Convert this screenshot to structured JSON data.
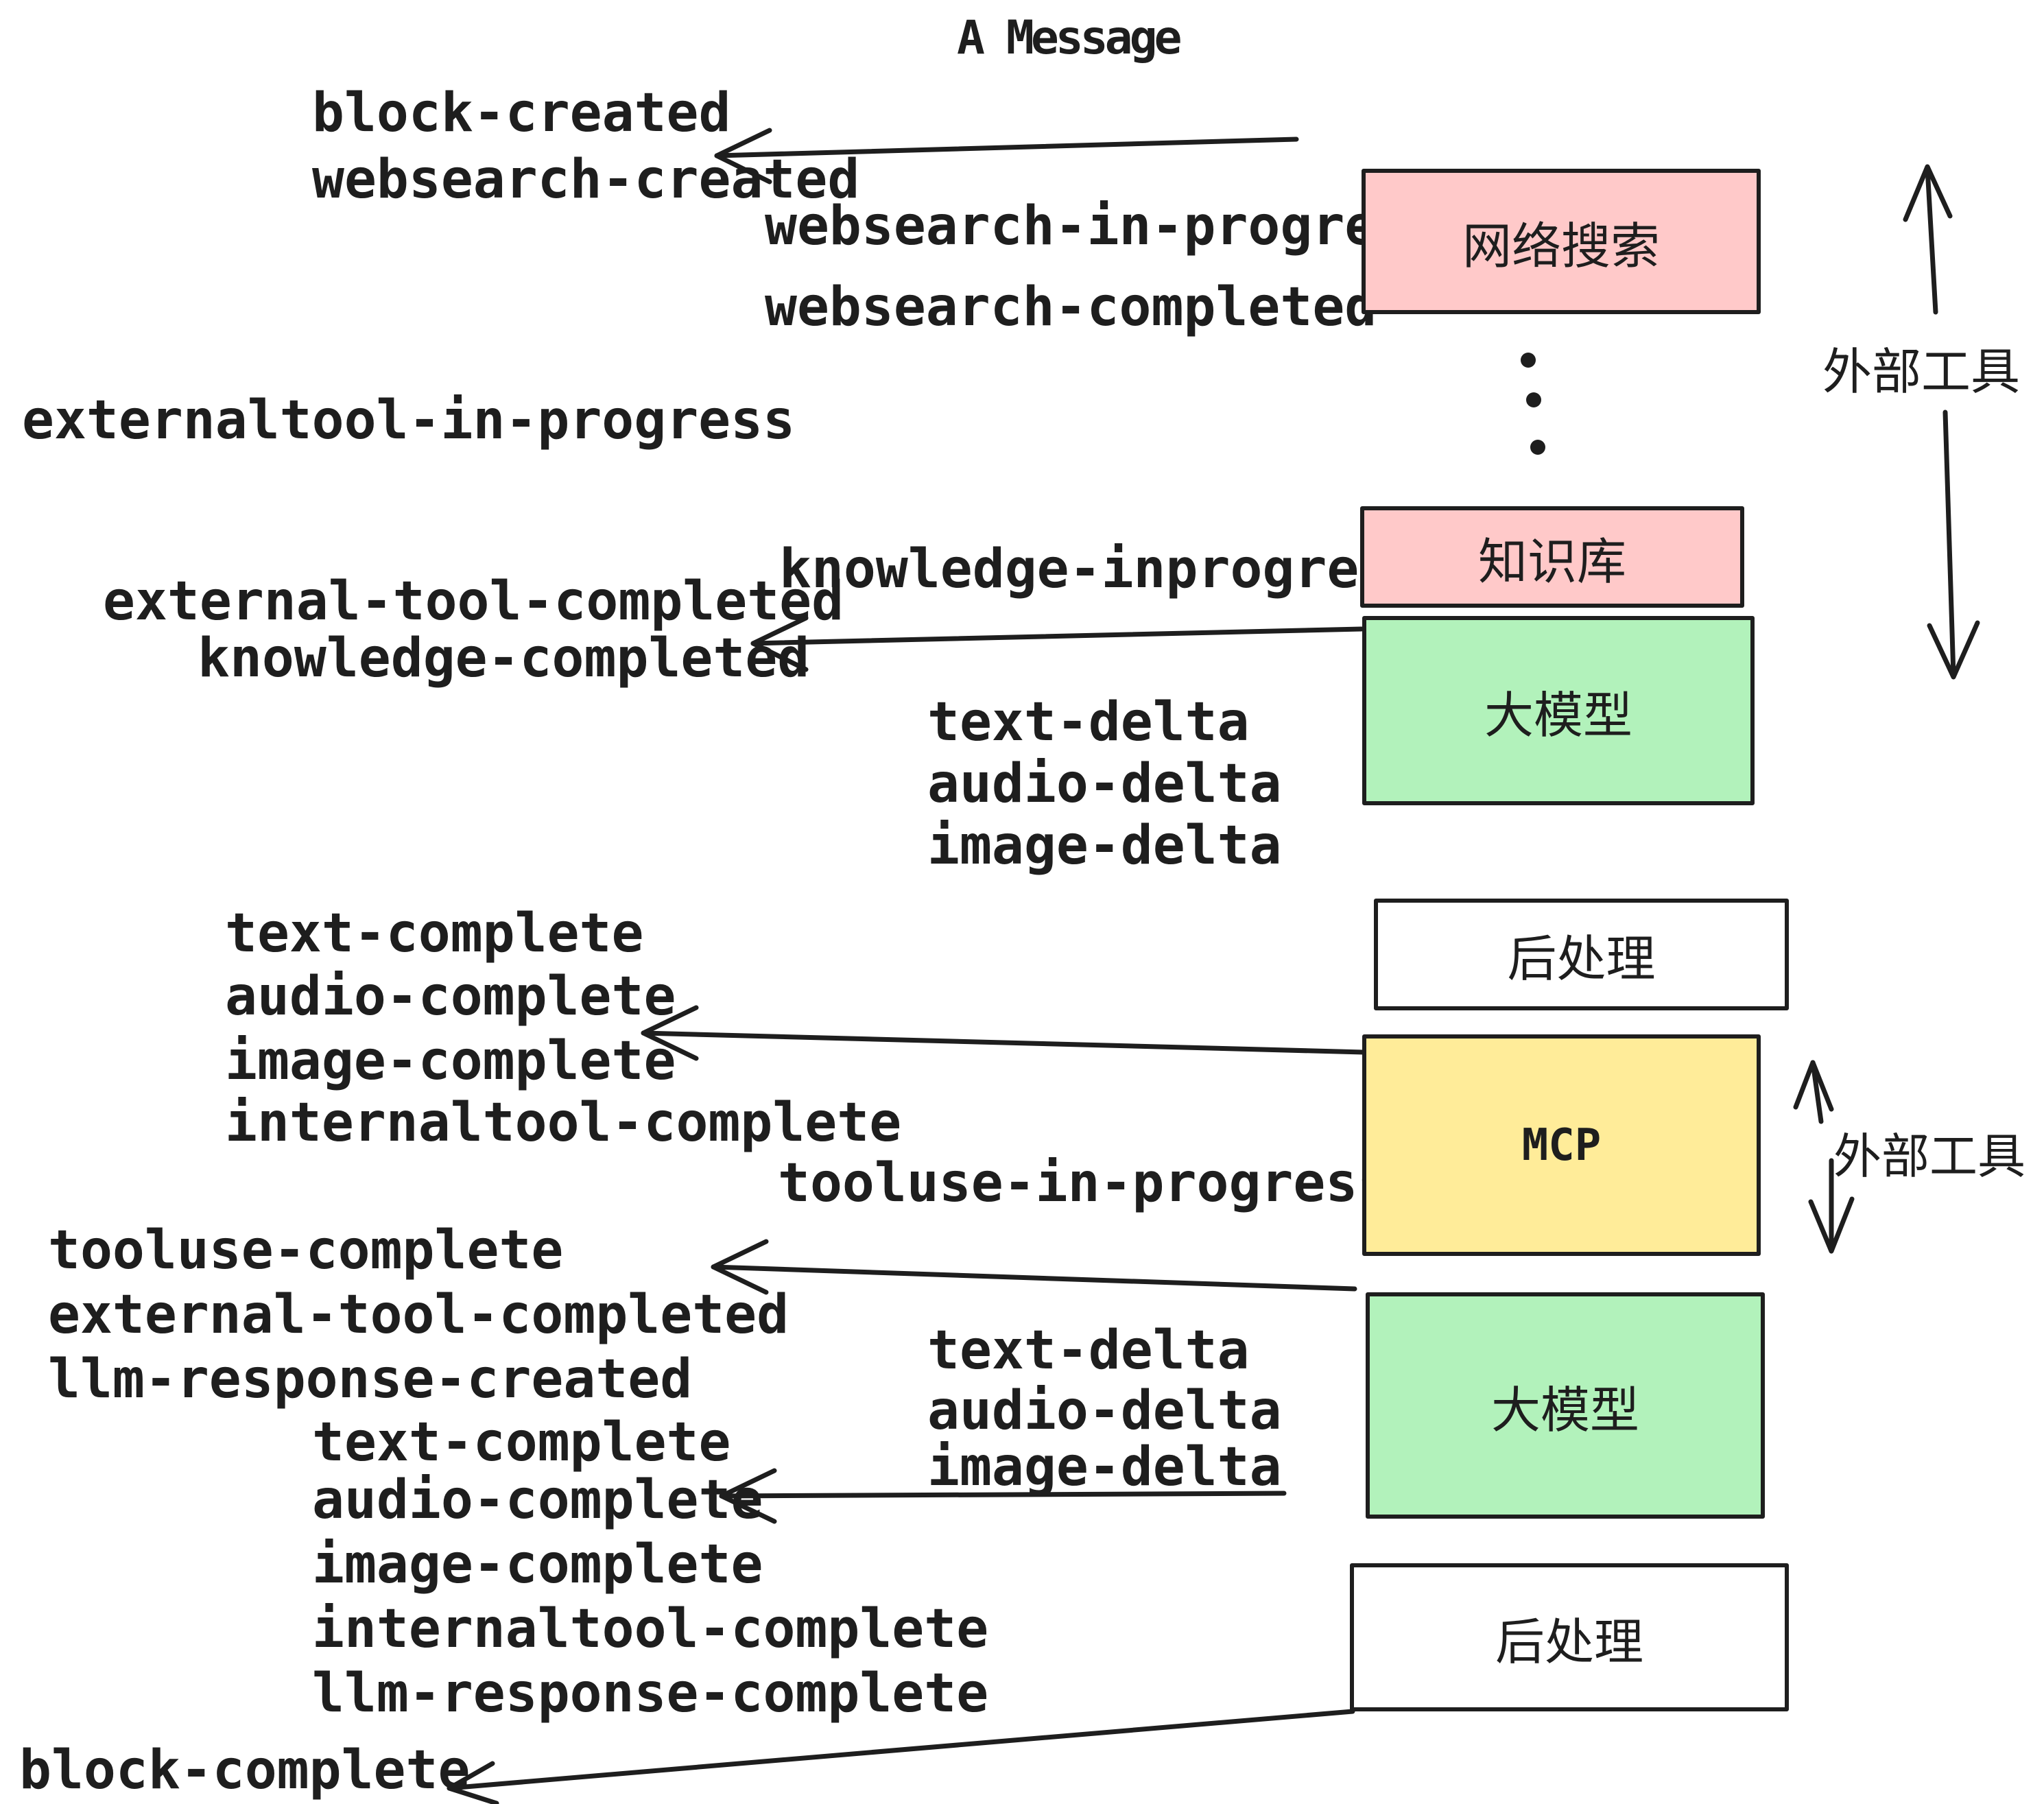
{
  "title": "A Message",
  "colors": {
    "pink": "#ffc9c9",
    "green": "#b2f2bb",
    "yellow": "#ffec99",
    "white": "#ffffff",
    "stroke": "#1e1e1e"
  },
  "boxes": {
    "websearch": {
      "label": "网络搜索",
      "fill": "#ffc9c9"
    },
    "knowledge": {
      "label": "知识库",
      "fill": "#ffc9c9"
    },
    "llm1": {
      "label": "大模型",
      "fill": "#b2f2bb"
    },
    "post1": {
      "label": "后处理",
      "fill": "#ffffff"
    },
    "mcp": {
      "label": "MCP",
      "fill": "#ffec99"
    },
    "llm2": {
      "label": "大模型",
      "fill": "#b2f2bb"
    },
    "post2": {
      "label": "后处理",
      "fill": "#ffffff"
    }
  },
  "side_labels": {
    "external_tools_top": "外部工具",
    "external_tools_mcp": "外部工具"
  },
  "events": {
    "block_created": "block-created",
    "websearch_created": "websearch-created",
    "websearch_in_progress": "websearch-in-progress",
    "websearch_completed": "websearch-completed",
    "externaltool_in_progress": "externaltool-in-progress",
    "knowledge_inprogress": "knowledge-inprogress",
    "external_tool_completed": "external-tool-completed",
    "knowledge_completed": "knowledge-completed",
    "delta_set1": [
      "text-delta",
      "audio-delta",
      "image-delta"
    ],
    "complete_set1": [
      "text-complete",
      "audio-complete",
      "image-complete",
      "internaltool-complete"
    ],
    "tooluse_in_progress": "tooluse-in-progress",
    "tooluse_complete": "tooluse-complete",
    "external_tool_completed2": "external-tool-completed",
    "llm_response_created": "llm-response-created",
    "delta_set2": [
      "text-delta",
      "audio-delta",
      "image-delta"
    ],
    "complete_set2": [
      "text-complete",
      "audio-complete",
      "image-complete",
      "internaltool-complete",
      "llm-response-complete"
    ],
    "block_complete": "block-complete"
  }
}
